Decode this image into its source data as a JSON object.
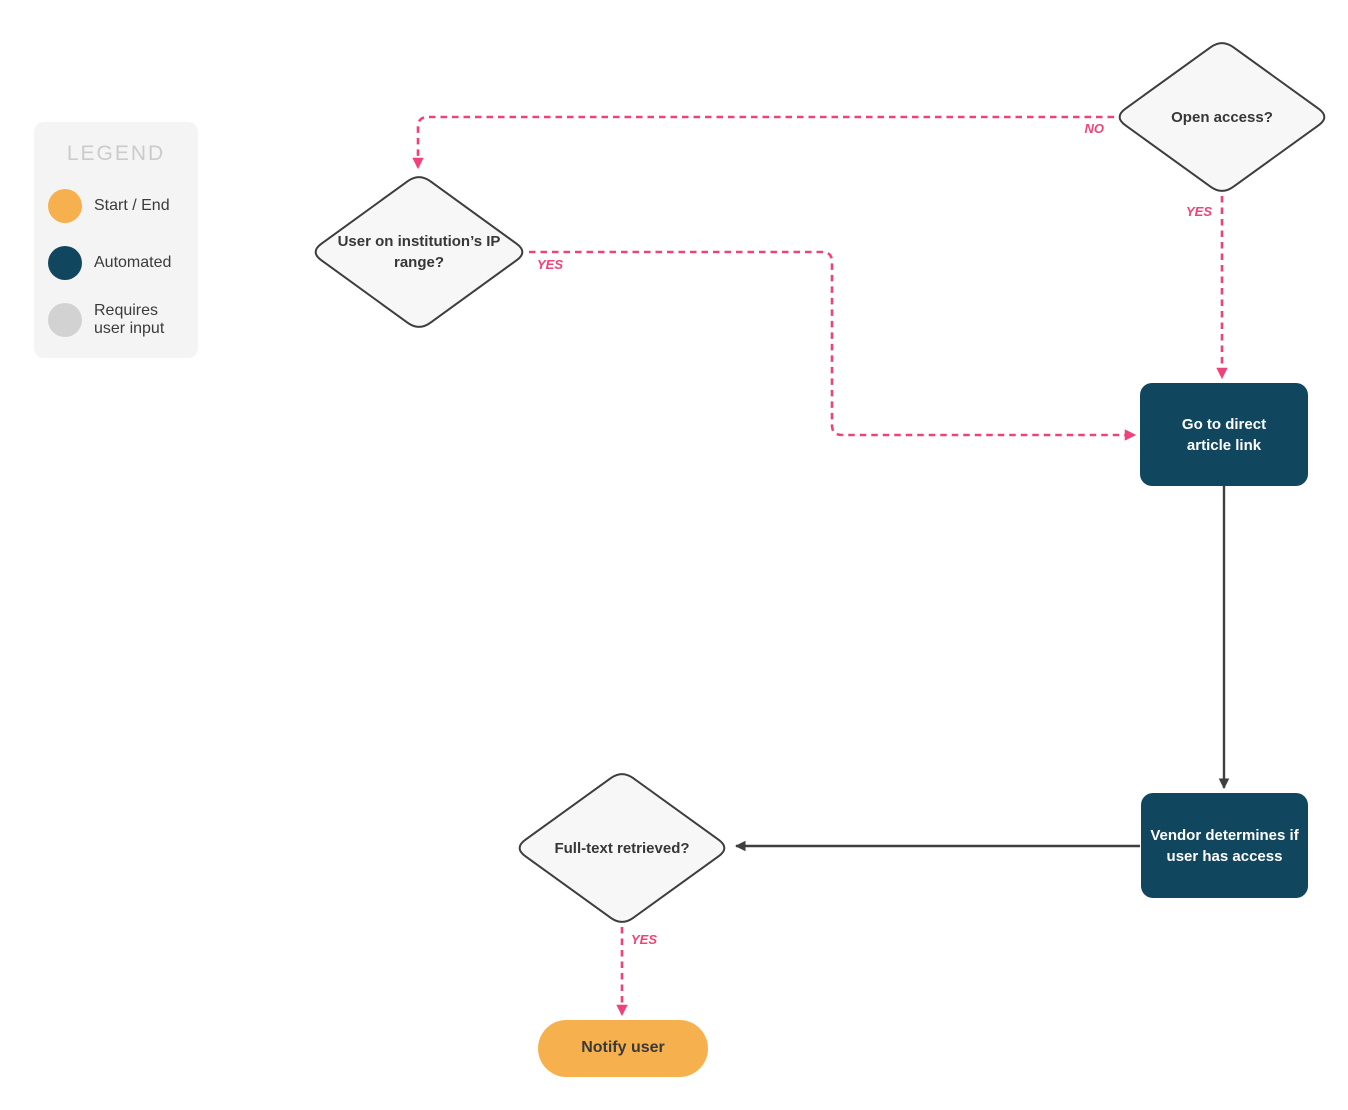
{
  "legend": {
    "title": "LEGEND",
    "items": [
      {
        "label": "Start / End",
        "color": "#f6b04e",
        "type": "start-end"
      },
      {
        "label": "Automated",
        "color": "#11465f",
        "type": "automated"
      },
      {
        "label": "Requires user input",
        "color": "#d2d2d2",
        "type": "requires-user-input"
      }
    ]
  },
  "nodes": {
    "open_access": {
      "label": "Open access?",
      "type": "decision"
    },
    "ip_range": {
      "label": "User on institution’s IP range?",
      "type": "decision"
    },
    "direct_link": {
      "label": "Go to direct article link",
      "type": "automated"
    },
    "vendor_access": {
      "label": "Vendor determines if user has access",
      "type": "automated"
    },
    "fulltext": {
      "label": "Full-text retrieved?",
      "type": "decision"
    },
    "notify": {
      "label": "Notify user",
      "type": "start-end"
    }
  },
  "edges": [
    {
      "from": "open_access",
      "to": "ip_range",
      "label": "NO",
      "style": "dashed"
    },
    {
      "from": "open_access",
      "to": "direct_link",
      "label": "YES",
      "style": "dashed"
    },
    {
      "from": "ip_range",
      "to": "direct_link",
      "label": "YES",
      "style": "dashed"
    },
    {
      "from": "direct_link",
      "to": "vendor_access",
      "label": "",
      "style": "solid"
    },
    {
      "from": "vendor_access",
      "to": "fulltext",
      "label": "",
      "style": "solid"
    },
    {
      "from": "fulltext",
      "to": "notify",
      "label": "YES",
      "style": "dashed"
    }
  ],
  "colors": {
    "accent_pink": "#ee4379",
    "automated_navy": "#11465f",
    "start_end_orange": "#f6b04e",
    "user_input_gray": "#d2d2d2",
    "connector_dark": "#3f3f3f",
    "decision_fill": "#f7f7f7",
    "decision_stroke": "#3d3d3d",
    "legend_bg": "#f4f4f4"
  }
}
